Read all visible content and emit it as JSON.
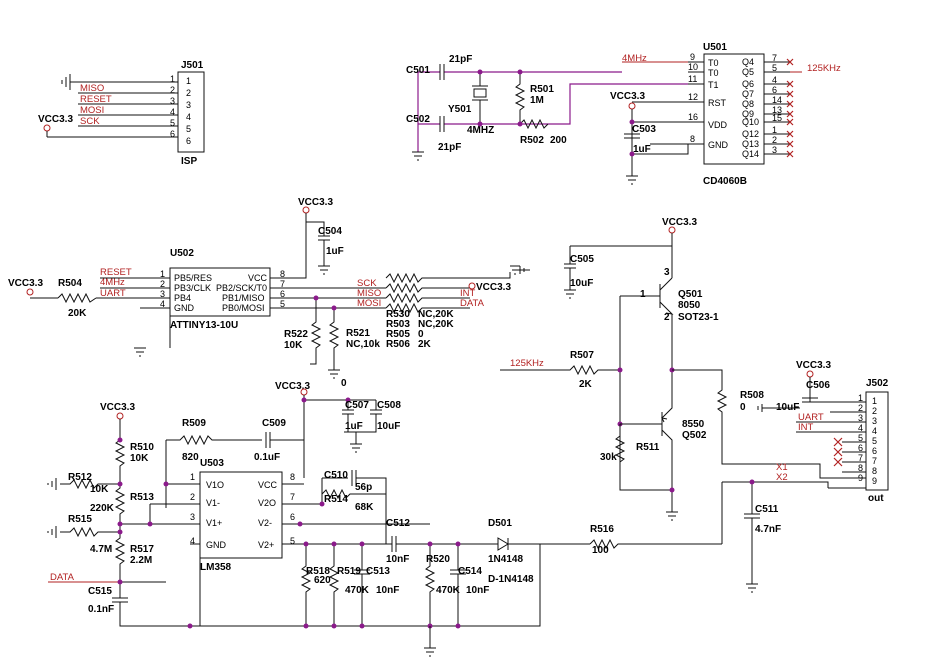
{
  "isp": {
    "ref": "J501",
    "name": "ISP",
    "pins": [
      "1",
      "2",
      "3",
      "4",
      "5",
      "6"
    ],
    "nets": [
      "MISO",
      "RESET",
      "MOSI",
      "SCK"
    ],
    "vcc": "VCC3.3"
  },
  "osc": {
    "c501": "C501",
    "c502": "C502",
    "c501v": "21pF",
    "c502v": "21pF",
    "y": "Y501",
    "yv": "4MHZ",
    "r501": "R501",
    "r501v": "1M",
    "r502": "R502",
    "r502v": "200",
    "net": "4MHz"
  },
  "u501": {
    "ref": "U501",
    "name": "CD4060B",
    "lpins": [
      [
        "9",
        "T0"
      ],
      [
        "10",
        "T0"
      ],
      [
        "11",
        "T1"
      ],
      [
        "12",
        "RST"
      ],
      [
        "16",
        "VDD"
      ],
      [
        "8",
        "GND"
      ]
    ],
    "rpins": [
      [
        "Q4",
        "7"
      ],
      [
        "Q5",
        "5"
      ],
      [
        "Q6",
        "4"
      ],
      [
        "Q7",
        "6"
      ],
      [
        "Q8",
        "14"
      ],
      [
        "Q9",
        "13"
      ],
      [
        "Q10",
        "15"
      ],
      [
        "Q12",
        "1"
      ],
      [
        "Q13",
        "2"
      ],
      [
        "Q14",
        "3"
      ]
    ],
    "out": "125KHz",
    "vcc": "VCC3.3",
    "c503": "C503",
    "c503v": "1uF"
  },
  "u502": {
    "ref": "U502",
    "name": "ATTINY13-10U",
    "lpins": [
      [
        "1",
        "PB5/RES"
      ],
      [
        "2",
        "PB3/CLK"
      ],
      [
        "3",
        "PB4"
      ],
      [
        "4",
        "GND"
      ]
    ],
    "rpins": [
      [
        "8",
        "VCC"
      ],
      [
        "7",
        "PB2/SCK/T0"
      ],
      [
        "6",
        "PB1/MISO"
      ],
      [
        "5",
        "PB0/MOSI"
      ]
    ],
    "lnets": [
      "RESET",
      "4MHz",
      "UART"
    ],
    "rnets": [
      "SCK",
      "MISO",
      "MOSI"
    ],
    "vcc": "VCC3.3",
    "c504": "C504",
    "c504v": "1uF",
    "r504": "R504",
    "r504v": "20K",
    "r504vcc": "VCC3.3",
    "rlist": [
      [
        "R530",
        "NC,20K"
      ],
      [
        "R503",
        "NC,20K"
      ],
      [
        "R505",
        "0"
      ],
      [
        "R506",
        "2K"
      ]
    ],
    "int": "INT",
    "data": "DATA",
    "vcc2": "VCC3.3",
    "r522": "R522",
    "r522v": "10K",
    "r521": "R521",
    "r521v": "NC,10k",
    "zero": "0"
  },
  "cap": {
    "vcc": "VCC3.3",
    "c507": "C507",
    "c507v": "1uF",
    "c508": "C508",
    "c508v": "10uF"
  },
  "drv": {
    "vcc": "VCC3.3",
    "c505": "C505",
    "c505v": "10uF",
    "q501": "Q501",
    "q501t": "8050",
    "q501p": "SOT23-1",
    "q502": "Q502",
    "q502t": "8550",
    "r507": "R507",
    "r507v": "2K",
    "in": "125KHz",
    "r511": "R511",
    "r511v": "30k",
    "r508": "R508",
    "r508v": "0",
    "pin1": "1",
    "pin2": "2",
    "pin3": "3"
  },
  "j502": {
    "ref": "J502",
    "out": "out",
    "pins": [
      "1",
      "2",
      "3",
      "4",
      "5",
      "6",
      "7",
      "8",
      "9"
    ],
    "vcc": "VCC3.3",
    "c506": "C506",
    "c506v": "10uF",
    "nets": [
      "UART",
      "INT"
    ],
    "x1": "X1",
    "x2": "X2",
    "c511": "C511",
    "c511v": "4.7nF"
  },
  "amp": {
    "ref": "U503",
    "name": "LM358",
    "lpins": [
      [
        "1",
        "V1O"
      ],
      [
        "2",
        "V1-"
      ],
      [
        "3",
        "V1+"
      ],
      [
        "4",
        "GND"
      ]
    ],
    "rpins": [
      [
        "8",
        "VCC"
      ],
      [
        "7",
        "V2O"
      ],
      [
        "6",
        "V2-"
      ],
      [
        "5",
        "V2+"
      ]
    ],
    "vcc": "VCC3.3",
    "r509": "R509",
    "r509v": "820",
    "c509": "C509",
    "c509v": "0.1uF",
    "r510": "R510",
    "r510v": "10K",
    "r512": "R512",
    "r512v": "10K",
    "r513": "R513",
    "r513v": "220K",
    "r515": "R515",
    "r515v": "4.7M",
    "r517": "R517",
    "r517v": "2.2M",
    "c515": "C515",
    "c515v": "0.1nF",
    "data": "DATA",
    "c510": "C510",
    "c510v": "56p",
    "r514": "R514",
    "r514v": "68K",
    "c512": "C512",
    "c512v": "10nF",
    "r518": "R518",
    "r518v": "620",
    "r519": "R519",
    "r519v": "470K",
    "c513": "C513",
    "c513v": "10nF",
    "r520": "R520",
    "r520v": "470K",
    "c514": "C514",
    "c514v": "10nF",
    "d501": "D501",
    "d501v": "1N4148",
    "d501d": "D-1N4148",
    "r516": "R516",
    "r516v": "100"
  }
}
